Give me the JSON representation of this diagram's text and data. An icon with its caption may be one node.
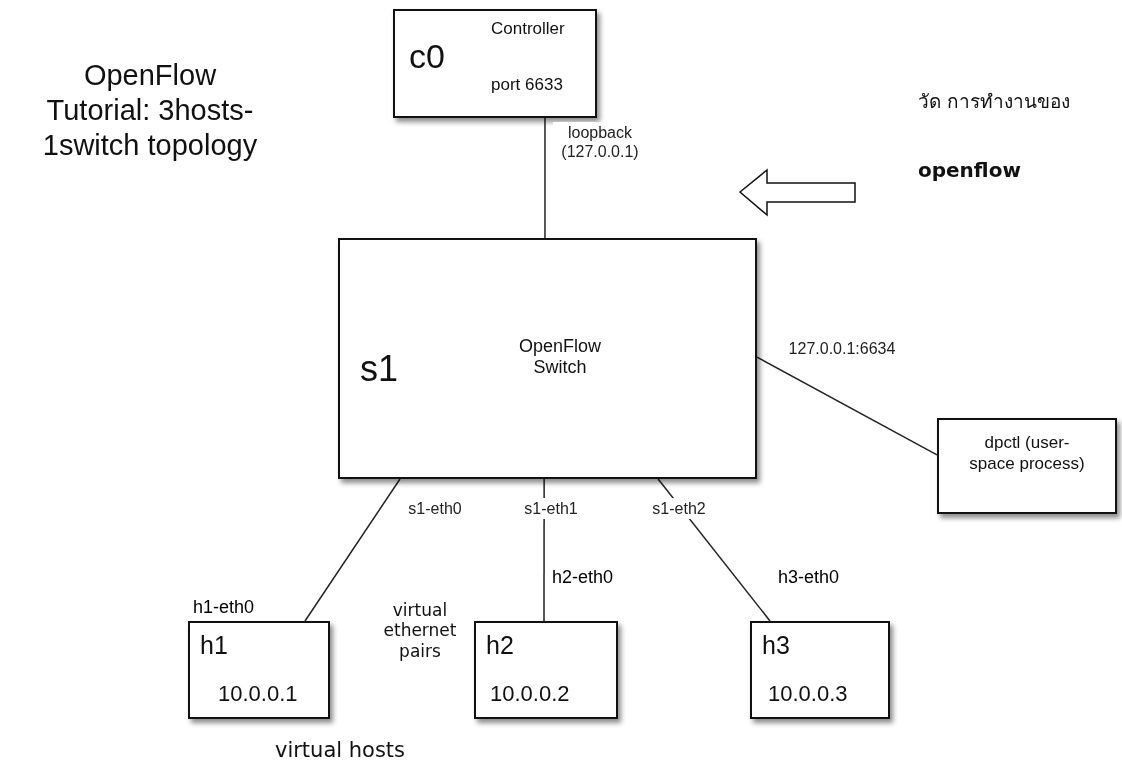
{
  "diagram": {
    "title": "OpenFlow Tutorial: 3hosts-1switch topology",
    "nodes": [
      {
        "text": [
          "c0",
          "Controller",
          "port 6633"
        ]
      },
      {
        "text": [
          "s1",
          "OpenFlow Switch"
        ]
      },
      {
        "text": [
          "dpctl (user-space process)"
        ]
      },
      {
        "text": [
          "h1",
          "10.0.0.1"
        ],
        "beside": [
          "h1-eth0"
        ]
      },
      {
        "text": [
          "h2",
          "10.0.0.2"
        ],
        "beside": [
          "h2-eth0"
        ]
      },
      {
        "text": [
          "h3",
          "10.0.0.3"
        ],
        "beside": [
          "h3-eth0"
        ]
      }
    ],
    "edges": [
      {
        "from": 0,
        "to": 1,
        "arrow": "none",
        "label": "loopback (127.0.0.1)"
      },
      {
        "from": 1,
        "to": 2,
        "arrow": "none",
        "label": "127.0.0.1:6634"
      },
      {
        "from": 1,
        "to": 3,
        "arrow": "none",
        "label": "s1-eth0"
      },
      {
        "from": 1,
        "to": 4,
        "arrow": "none",
        "label": "s1-eth1"
      },
      {
        "from": 1,
        "to": 5,
        "arrow": "none",
        "label": "s1-eth2"
      }
    ],
    "labels": [
      "วัด การทำงานของ",
      "openflow",
      "virtual ethernet pairs",
      "virtual hosts"
    ]
  }
}
